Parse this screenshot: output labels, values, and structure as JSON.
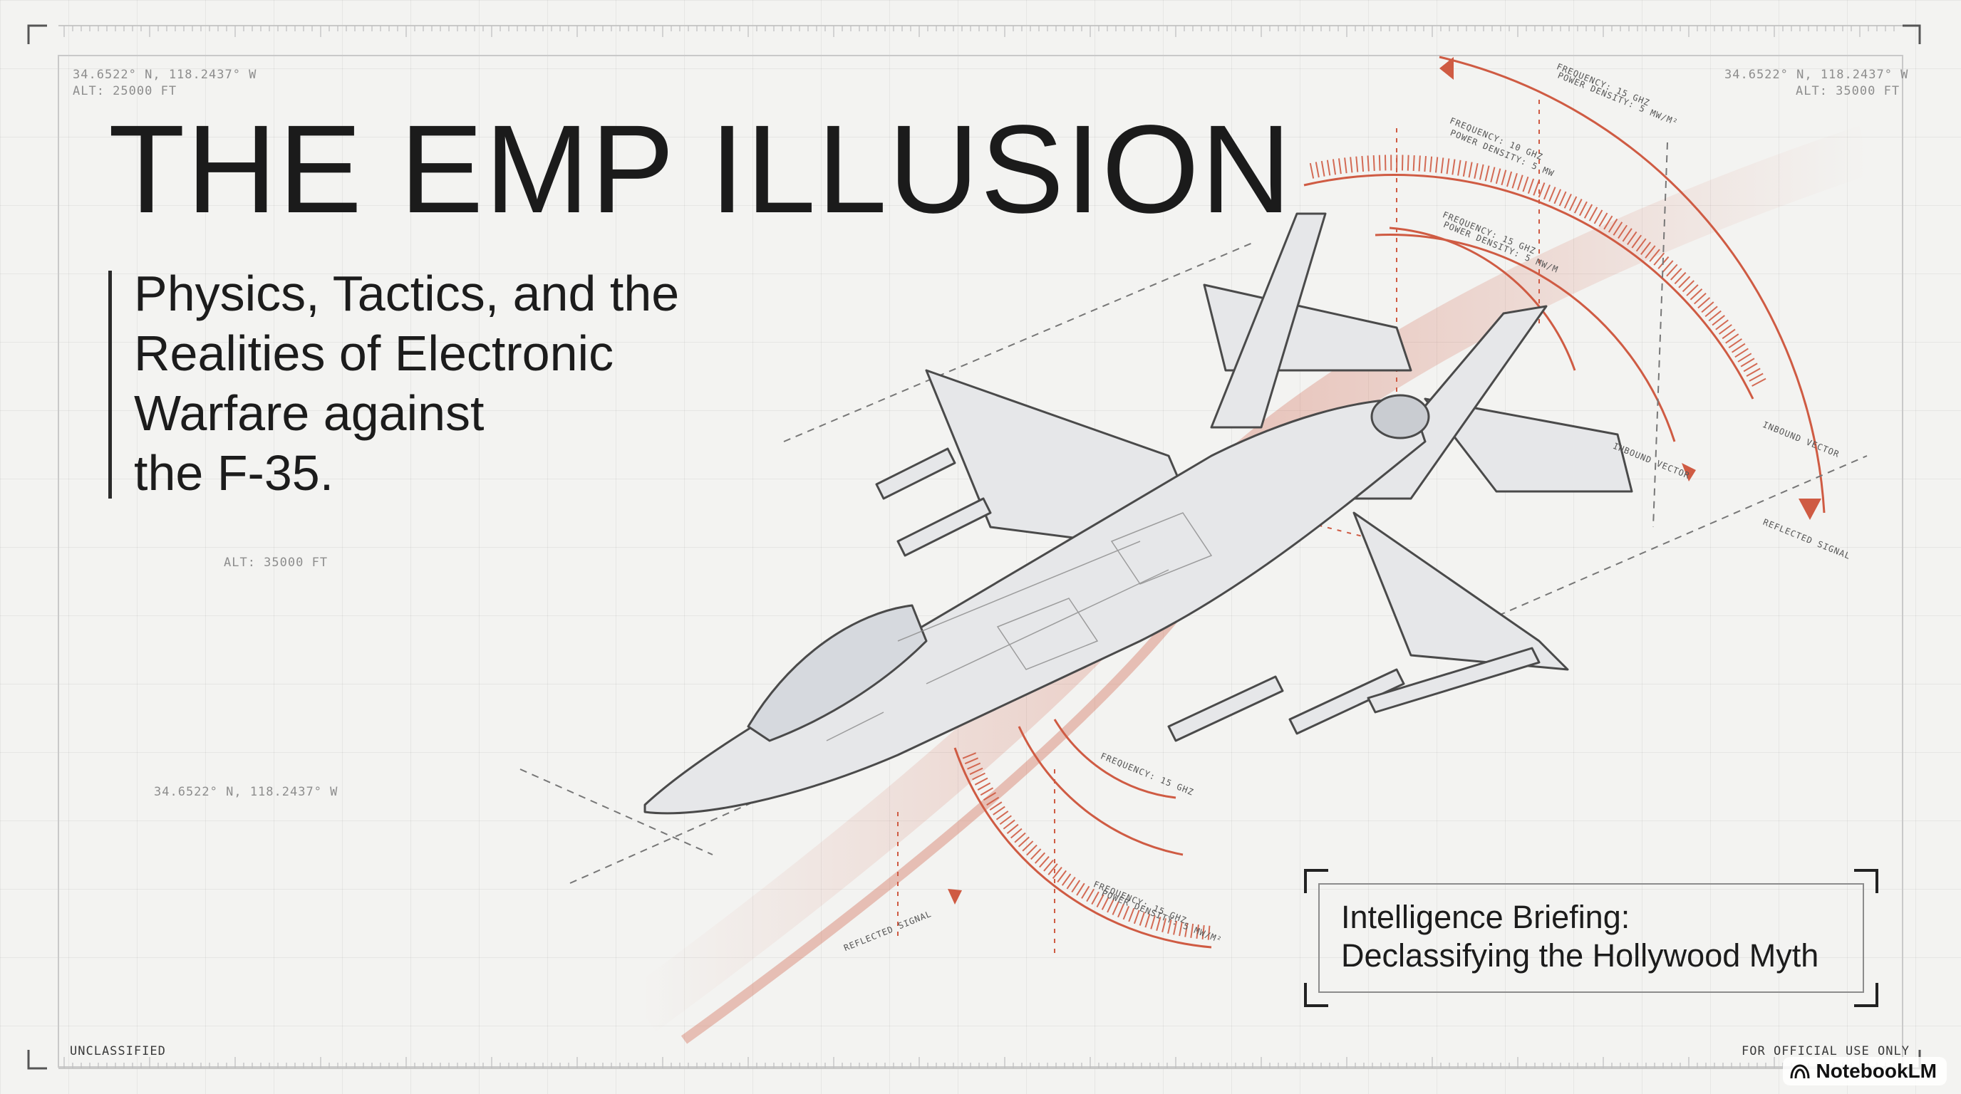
{
  "slide": {
    "title": "THE EMP ILLUSION",
    "subtitle_lines": [
      "Physics, Tactics, and the",
      "Realities of Electronic",
      "Warfare against",
      "the F-35."
    ],
    "briefing_lines": [
      "Intelligence Briefing:",
      "Declassifying the Hollywood Myth"
    ]
  },
  "hud": {
    "coord_top_left": "34.6522° N, 118.2437° W",
    "alt_top_left": "ALT: 25000 FT",
    "coord_top_right": "34.6522° N, 118.2437° W",
    "alt_top_right": "ALT: 35000 FT",
    "alt_mid": "ALT: 35000 FT",
    "coord_lower_left": "34.6522° N, 118.2437° W",
    "classification_left": "UNCLASSIFIED",
    "classification_right": "FOR OFFICIAL USE ONLY"
  },
  "annotations": {
    "freq_1": "FREQUENCY: 15 GHZ",
    "power_1": "POWER DENSITY: 5 MW/M²",
    "freq_2": "FREQUENCY: 10 GHZ",
    "power_2": "POWER DENSITY: 5 MW",
    "freq_3": "FREQUENCY: 15 GHZ",
    "power_3": "POWER DENSITY: 5 MW/M",
    "inbound_vector": "INBOUND VECTOR",
    "inbound_vector_2": "INBOUND VECTOR",
    "reflected_signal": "REFLECTED SIGNAL",
    "reflected_signal_lower": "REFLECTED SIGNAL",
    "freq_low": "FREQUENCY: 15 GHZ",
    "power_low": "POWER DENSITY: 5 MW/M²",
    "freq_mid": "FREQUENCY: 15 GHZ"
  },
  "colors": {
    "accent": "#cf5b43",
    "ink": "#1b1b1b",
    "line": "#555555"
  },
  "brand": {
    "name": "NotebookLM",
    "icon": "notebooklm-logo-icon"
  }
}
